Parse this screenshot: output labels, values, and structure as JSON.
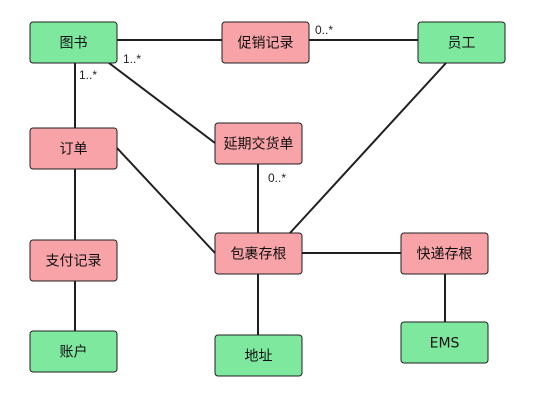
{
  "colors": {
    "entity_green": "#7ee89f",
    "entity_red": "#f8a3a8",
    "stroke": "#1f1f1f"
  },
  "nodes": [
    {
      "id": "book",
      "label": "图书",
      "kind": "green"
    },
    {
      "id": "promo",
      "label": "促销记录",
      "kind": "red"
    },
    {
      "id": "staff",
      "label": "员工",
      "kind": "green"
    },
    {
      "id": "order",
      "label": "订单",
      "kind": "red"
    },
    {
      "id": "delay",
      "label": "延期交货单",
      "kind": "red"
    },
    {
      "id": "payment",
      "label": "支付记录",
      "kind": "red"
    },
    {
      "id": "package",
      "label": "包裹存根",
      "kind": "red"
    },
    {
      "id": "express",
      "label": "快递存根",
      "kind": "red"
    },
    {
      "id": "account",
      "label": "账户",
      "kind": "green"
    },
    {
      "id": "address",
      "label": "地址",
      "kind": "green"
    },
    {
      "id": "ems",
      "label": "EMS",
      "kind": "green"
    }
  ],
  "edges": [
    {
      "from": "book",
      "to": "promo"
    },
    {
      "from": "promo",
      "to": "staff",
      "multiplicity": "0..*"
    },
    {
      "from": "book",
      "to": "order",
      "multiplicity": "1..*"
    },
    {
      "from": "book",
      "to": "delay",
      "multiplicity": "1..*"
    },
    {
      "from": "order",
      "to": "payment"
    },
    {
      "from": "order",
      "to": "package"
    },
    {
      "from": "delay",
      "to": "package",
      "multiplicity": "0..*"
    },
    {
      "from": "staff",
      "to": "package"
    },
    {
      "from": "payment",
      "to": "account"
    },
    {
      "from": "package",
      "to": "express"
    },
    {
      "from": "package",
      "to": "address"
    },
    {
      "from": "express",
      "to": "ems"
    }
  ]
}
